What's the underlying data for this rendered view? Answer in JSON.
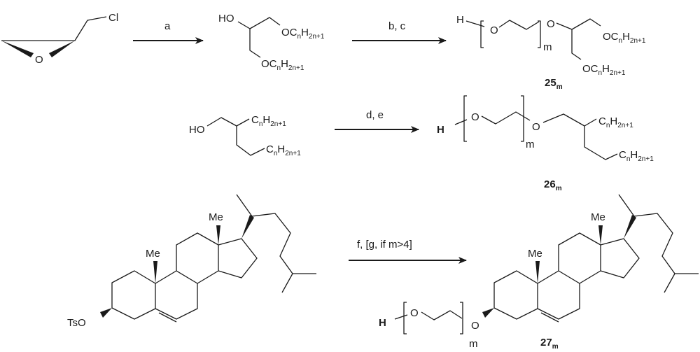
{
  "reagents": {
    "a": "a",
    "bc": "b, c",
    "de": "d, e",
    "fg": "f, [g, if m>4]"
  },
  "atoms": {
    "O": "O",
    "Cl": "Cl",
    "HO": "HO",
    "H": "H",
    "Me": "Me",
    "TsO": "TsO",
    "m": "m"
  },
  "alkyl": {
    "O": "O",
    "C": "C",
    "n": "n",
    "H": "H",
    "sub": "2n+1"
  },
  "compounds": {
    "c25": {
      "num": "25",
      "sub": "m"
    },
    "c26": {
      "num": "26",
      "sub": "m"
    },
    "c27": {
      "num": "27",
      "sub": "m"
    }
  }
}
